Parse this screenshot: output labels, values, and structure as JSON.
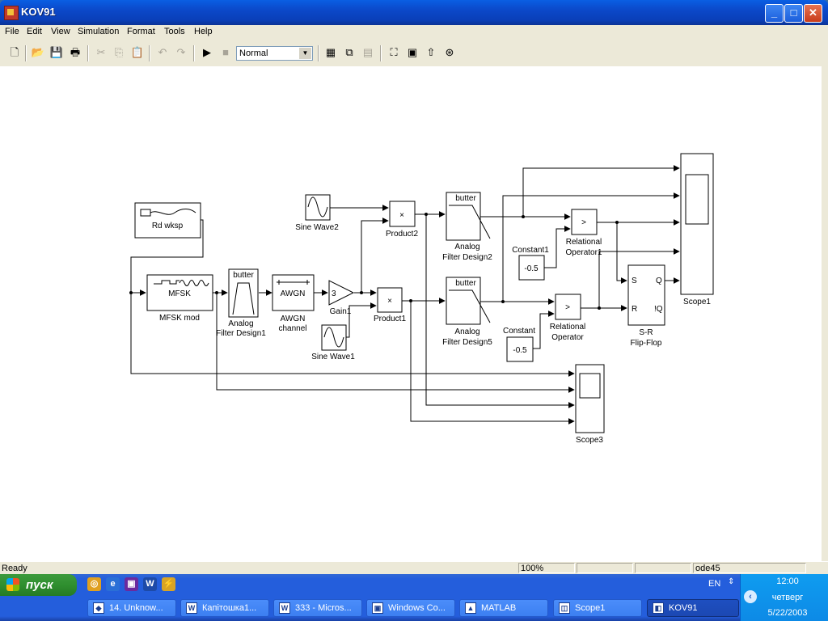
{
  "window": {
    "title": "KOV91"
  },
  "menu": [
    "File",
    "Edit",
    "View",
    "Simulation",
    "Format",
    "Tools",
    "Help"
  ],
  "toolbar": {
    "sim_mode": "Normal"
  },
  "blocks": {
    "rd_wksp": "Rd wksp",
    "mfsk_inner": "MFSK",
    "mfsk_mod": "MFSK mod",
    "filter1_inner": "butter",
    "filter1_label": [
      "Analog",
      "Filter Design1"
    ],
    "awgn_inner": "AWGN",
    "awgn_label": [
      "AWGN",
      "channel"
    ],
    "gain_value": "3",
    "gain_label": "Gain1",
    "sine1": "Sine Wave1",
    "sine2": "Sine Wave2",
    "product1_inner": "×",
    "product1": "Product1",
    "product2_inner": "×",
    "product2": "Product2",
    "filter2_inner": "butter",
    "filter2_label": [
      "Analog",
      "Filter Design2"
    ],
    "filter5_inner": "butter",
    "filter5_label": [
      "Analog",
      "Filter Design5"
    ],
    "constant1_value": "-0.5",
    "constant1": "Constant1",
    "constant_value": "-0.5",
    "constant": "Constant",
    "relop1_inner": ">",
    "relop1_label": [
      "Relational",
      "Operator1"
    ],
    "relop_inner": ">",
    "relop_label": [
      "Relational",
      "Operator"
    ],
    "sr_ports": {
      "s": "S",
      "r": "R",
      "q": "Q",
      "nq": "!Q"
    },
    "sr_label": [
      "S-R",
      "Flip-Flop"
    ],
    "scope1": "Scope1",
    "scope3": "Scope3"
  },
  "status": {
    "left": "Ready",
    "zoom": "100%",
    "solver": "ode45"
  },
  "taskbar": {
    "start": "пуск",
    "lang": "EN",
    "tasks": [
      "14. Unknow...",
      "Капітошка1...",
      "333 - Micros...",
      "Windows Co...",
      "MATLAB",
      "Scope1",
      "KOV91"
    ],
    "clock": {
      "time": "12:00",
      "day": "четверг",
      "date": "5/22/2003"
    }
  }
}
